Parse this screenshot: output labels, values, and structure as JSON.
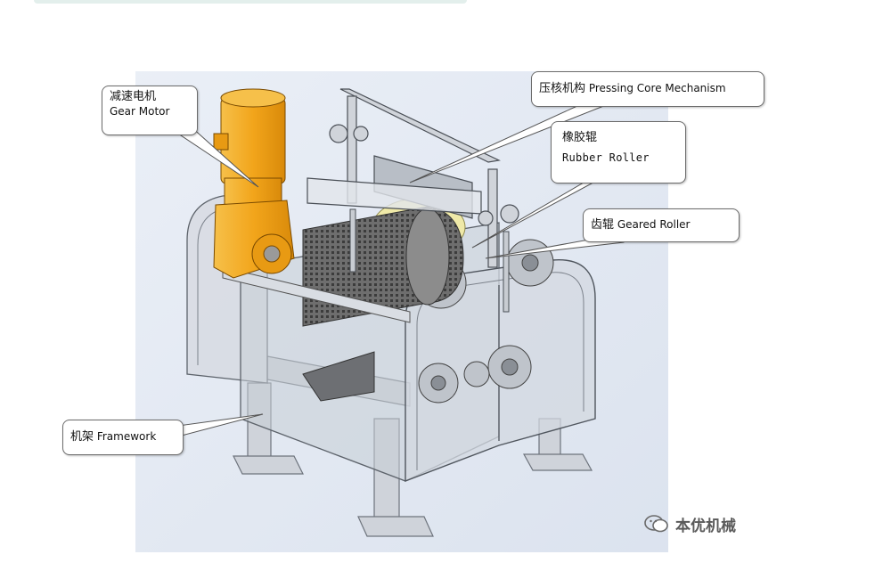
{
  "callouts": {
    "gear_motor": {
      "zh": "减速电机",
      "en": "Gear Motor"
    },
    "pressing_core": {
      "zh": "压核机构",
      "en": "Pressing Core Mechanism"
    },
    "rubber_roller": {
      "zh": "橡胶辊",
      "en": "Rubber Roller"
    },
    "geared_roller": {
      "zh": "齿辊",
      "en": "Geared Roller"
    },
    "framework": {
      "zh": "机架",
      "en": "Framework"
    }
  },
  "watermark": {
    "text": "本优机械",
    "logo_icon": "wechat-logo-icon"
  },
  "colors": {
    "motor_orange": "#f2a51b",
    "frame_gray": "#c9ced6",
    "background_blue": "#dfe6f2",
    "roller_yellow": "#efe9a8"
  }
}
